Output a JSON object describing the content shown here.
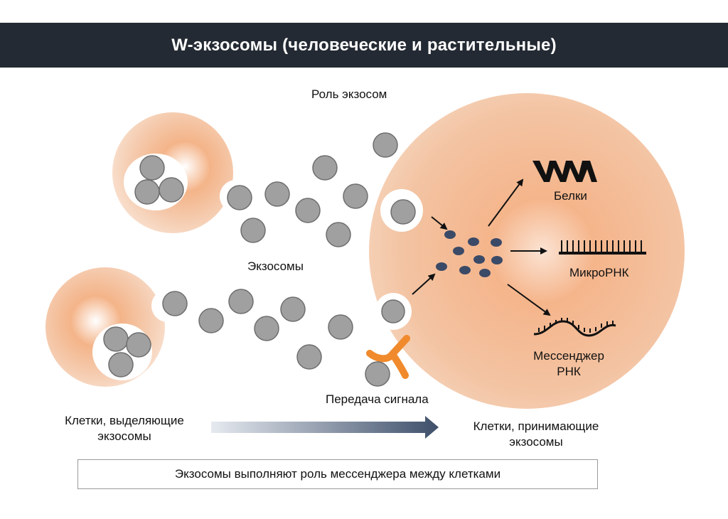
{
  "header": {
    "title": "W-экзосомы (человеческие и растительные)"
  },
  "diagram": {
    "top_label": "Роль экзосом",
    "exosomes_label": "Экзосомы",
    "proteins_label": "Белки",
    "microrna_label": "МикроРНК",
    "messenger_rna_label_line1": "Мессенджер",
    "messenger_rna_label_line2": "РНК",
    "signal_label": "Передача сигнала",
    "secreting_cells_line1": "Клетки, выделяющие",
    "secreting_cells_line2": "экзосомы",
    "receiving_cells_line1": "Клетки, принимающие",
    "receiving_cells_line2": "экзосомы",
    "caption": "Экзосомы выполняют роль мессенджера между клетками"
  },
  "colors": {
    "header_bg": "#242a33",
    "cell_orange": "#f0a673",
    "cell_light": "#f7d9c4",
    "exosome_grey": "#9e9e9e",
    "receptor_orange": "#f08a2c",
    "molecule_navy": "#3b4a66"
  }
}
